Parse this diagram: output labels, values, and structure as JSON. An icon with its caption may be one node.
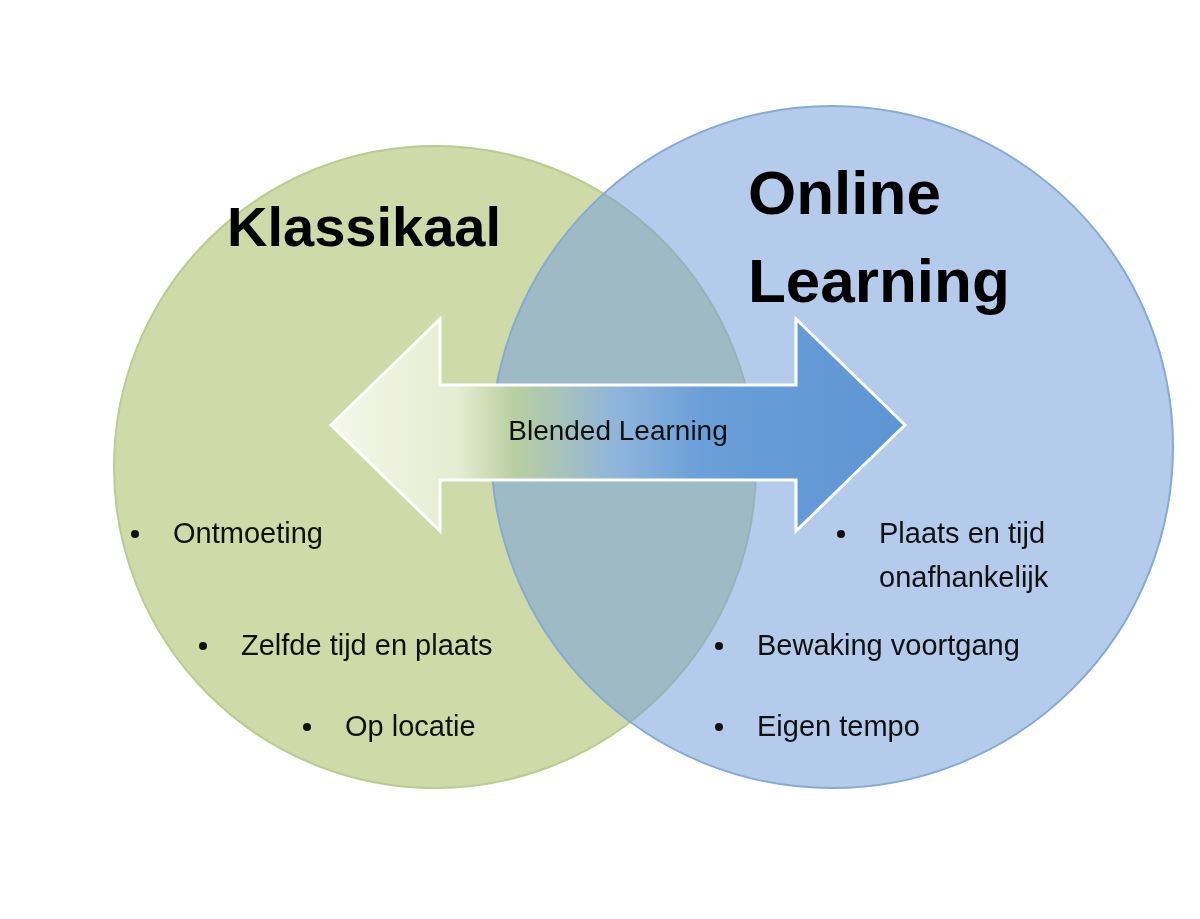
{
  "diagram": {
    "nodes": [
      {
        "text": [
          "Klassikaal",
          "Ontmoeting",
          "Zelfde tijd en plaats",
          "Op locatie"
        ]
      },
      {
        "text": [
          "Online Learning",
          "Plaats en tijd onafhankelijk",
          "Bewaking voortgang",
          "Eigen tempo"
        ]
      },
      {
        "text": [
          "Blended Learning"
        ]
      }
    ]
  }
}
